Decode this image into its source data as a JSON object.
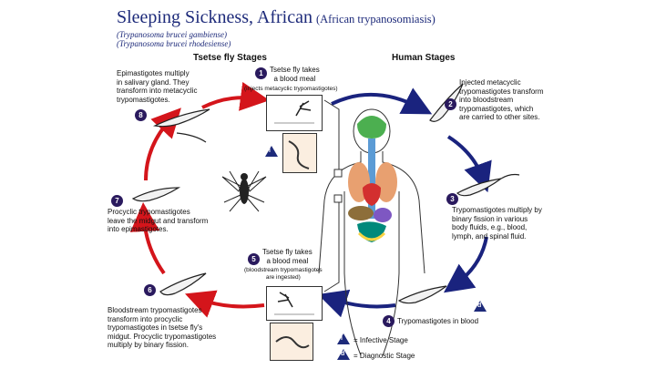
{
  "title": {
    "main": "Sleeping Sickness, African",
    "sub": "(African trypanosomiasis)",
    "species_1": "(Trypanosoma brucei gambiense)",
    "species_2": "(Trypanosoma brucei rhodesiense)"
  },
  "headings": {
    "tsetse": "Tsetse fly Stages",
    "human": "Human Stages"
  },
  "steps": {
    "s1": {
      "num": "1",
      "title": "Tsetse fly takes\na blood meal",
      "note": "(injects metacyclic trypomastigotes)"
    },
    "s2": {
      "num": "2",
      "text": "Injected metacyclic\ntrypomastigotes transform\ninto bloodstream\ntrypomastigotes, which\nare carried to other sites."
    },
    "s3": {
      "num": "3",
      "text": "Trypomastigotes multiply by\nbinary fission in various\nbody fluids, e.g., blood,\nlymph, and spinal fluid."
    },
    "s4": {
      "num": "4",
      "text": "Trypomastigotes in blood"
    },
    "s5": {
      "num": "5",
      "title": "Tsetse fly takes\na blood meal",
      "note": "(bloodstream trypomastigotes\nare ingested)"
    },
    "s6": {
      "num": "6",
      "text": "Bloodstream trypomastigotes\ntransform into procyclic\ntrypomastigotes in tsetse fly's\nmidgut. Procyclic trypomastigotes\nmultiply by binary fission."
    },
    "s7": {
      "num": "7",
      "text": "Procyclic trypomastigotes\nleave the midgut and transform\ninto epimastigotes."
    },
    "s8": {
      "num": "8",
      "text": "Epimastigotes multiply\nin salivary gland. They\ntransform into metacyclic\ntrypomastigotes."
    }
  },
  "legend": {
    "infective_letter": "i",
    "infective_label": "= Infective Stage",
    "diagnostic_letter": "d",
    "diagnostic_label": "= Diagnostic Stage"
  },
  "colors": {
    "red_arrow": "#d4151b",
    "blue_arrow": "#1a237e",
    "number_badge": "#2a1a5e",
    "title": "#1d2a7a"
  }
}
